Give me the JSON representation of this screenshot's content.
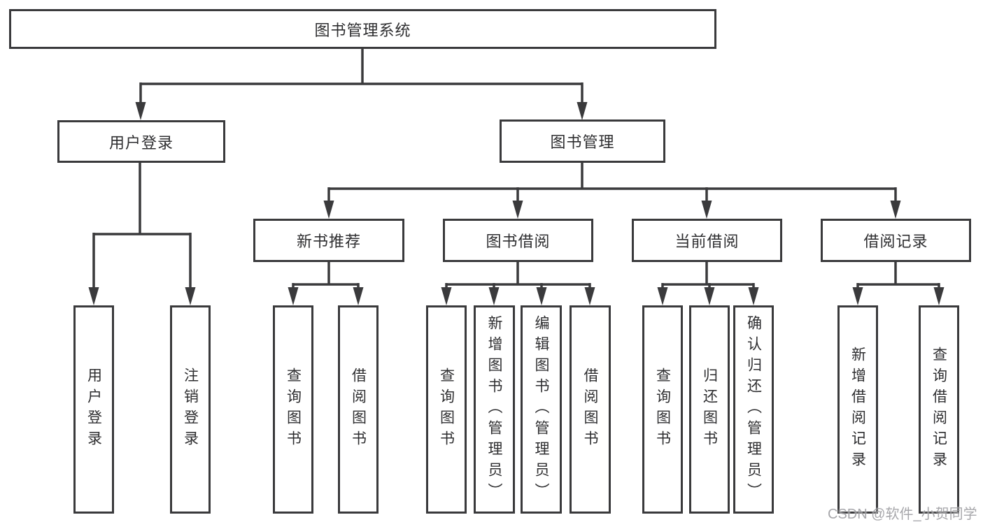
{
  "tree": {
    "label": "图书管理系统",
    "children": [
      {
        "label": "用户登录",
        "children": [
          {
            "label": "用户登录"
          },
          {
            "label": "注销登录"
          }
        ]
      },
      {
        "label": "图书管理",
        "children": [
          {
            "label": "新书推荐",
            "children": [
              {
                "label": "查询图书"
              },
              {
                "label": "借阅图书"
              }
            ]
          },
          {
            "label": "图书借阅",
            "children": [
              {
                "label": "查询图书"
              },
              {
                "label": "新增图书（管理员）"
              },
              {
                "label": "编辑图书（管理员）"
              },
              {
                "label": "借阅图书"
              }
            ]
          },
          {
            "label": "当前借阅",
            "children": [
              {
                "label": "查询图书"
              },
              {
                "label": "归还图书"
              },
              {
                "label": "确认归还（管理员）"
              }
            ]
          },
          {
            "label": "借阅记录",
            "children": [
              {
                "label": "新增借阅记录"
              },
              {
                "label": "查询借阅记录"
              }
            ]
          }
        ]
      }
    ]
  },
  "watermark": {
    "text": "CSDN @软件_小贺同学"
  },
  "colors": {
    "line": "#3a3a3c",
    "text": "#2e2e30",
    "background": "#ffffff",
    "watermark": "#9c9ca0"
  }
}
